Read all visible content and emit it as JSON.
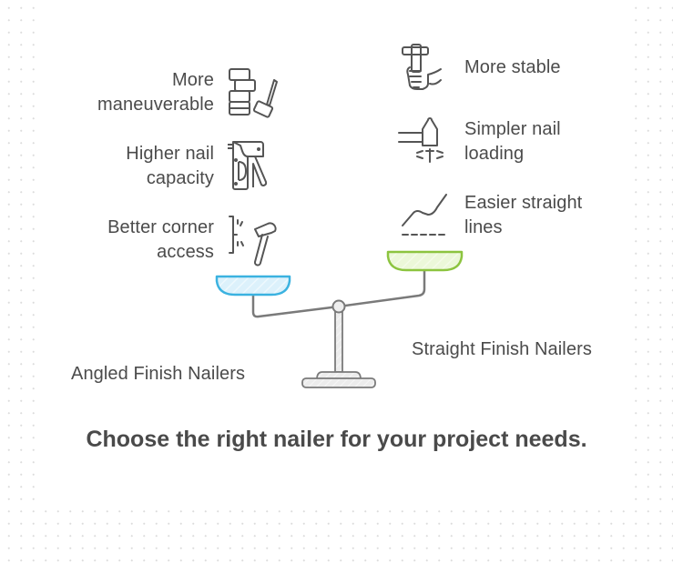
{
  "diagram": {
    "caption": "Choose the right nailer for your project needs.",
    "left_option": {
      "label": "Angled Finish Nailers",
      "color": "#3bb2e0",
      "fill": "#dff2fb",
      "benefits": [
        {
          "line1": "More",
          "line2": "maneuverable",
          "icon": "bricks-hammer-icon"
        },
        {
          "line1": "Higher nail",
          "line2": "capacity",
          "icon": "nail-gun-icon"
        },
        {
          "line1": "Better corner",
          "line2": "access",
          "icon": "corner-hammer-icon"
        }
      ]
    },
    "right_option": {
      "label": "Straight Finish Nailers",
      "color": "#8cc43f",
      "fill": "#eef8dc",
      "benefits": [
        {
          "line1": "More stable",
          "line2": "",
          "icon": "hand-grip-icon"
        },
        {
          "line1": "Simpler nail",
          "line2": "loading",
          "icon": "nail-loading-icon"
        },
        {
          "line1": "Easier straight",
          "line2": "lines",
          "icon": "straight-line-icon"
        }
      ]
    },
    "scale": {
      "stroke": "#7a7a7a",
      "base_fill": "#eeeeee"
    }
  }
}
